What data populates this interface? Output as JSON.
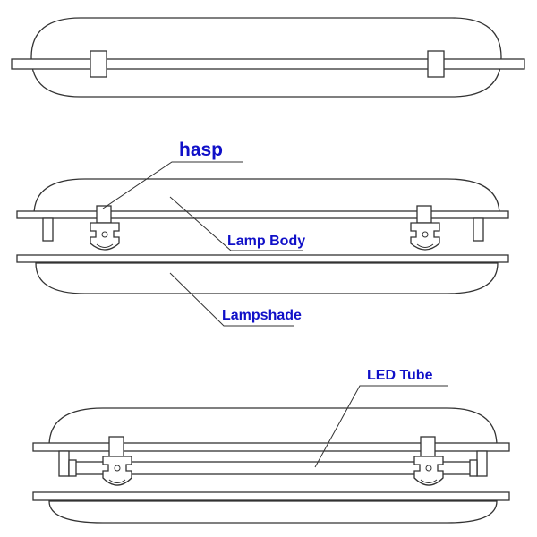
{
  "labels": {
    "hasp": "hasp",
    "lamp_body": "Lamp Body",
    "lampshade": "Lampshade",
    "led_tube": "LED Tube"
  },
  "colors": {
    "label": "#1010c8",
    "line": "#333333",
    "background": "#ffffff"
  }
}
